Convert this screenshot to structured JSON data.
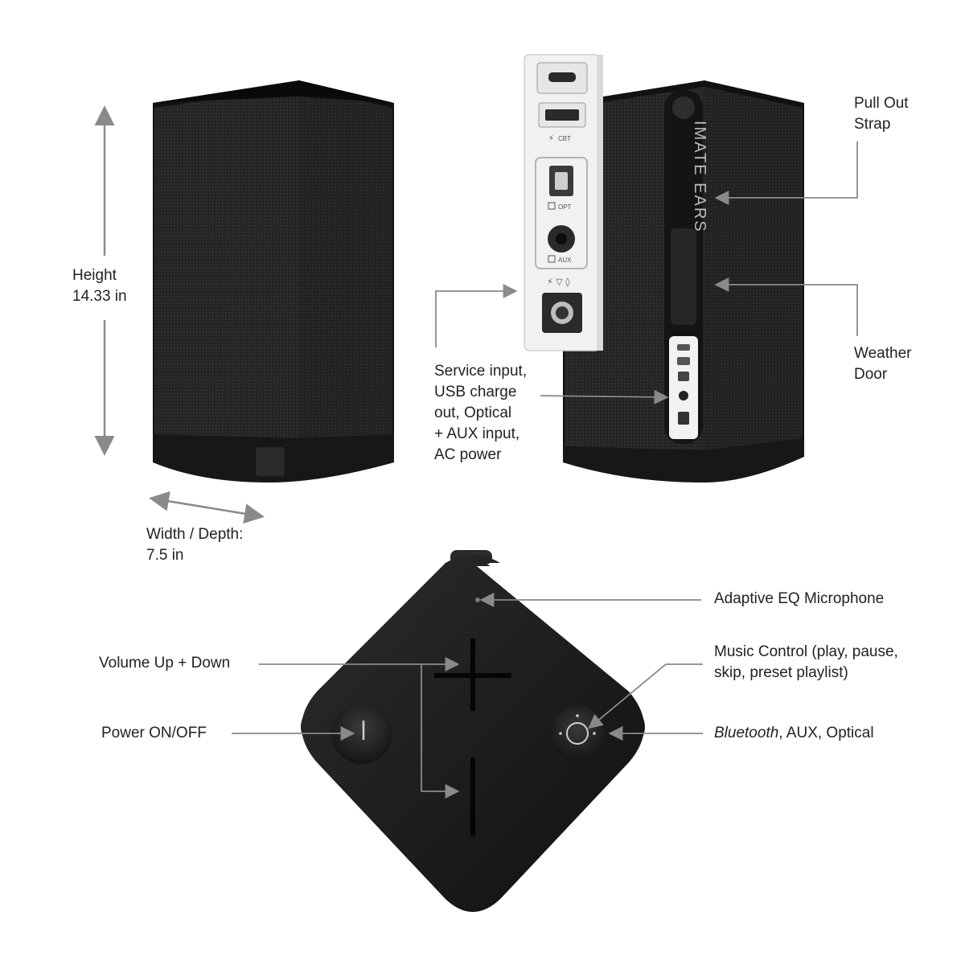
{
  "colors": {
    "speaker_body": "#1b1b1b",
    "speaker_fabric": "#2a2a2a",
    "port_panel": "#f1f1f1",
    "callout_line": "#8a8a8a",
    "label_text": "#222222",
    "background": "#ffffff"
  },
  "dimensions": {
    "height_label": "Height",
    "height_value": "14.33 in",
    "width_label": "Width / Depth:",
    "width_value": "7.5 in"
  },
  "callouts": {
    "strap_line1": "Pull Out",
    "strap_line2": "Strap",
    "weather_line1": "Weather",
    "weather_line2": "Door",
    "ports_line1": "Service input,",
    "ports_line2": "USB charge",
    "ports_line3": "out, Optical",
    "ports_line4": "+ AUX input,",
    "ports_line5": "AC power",
    "microphone": "Adaptive EQ Microphone",
    "volume": "Volume Up + Down",
    "power": "Power ON/OFF",
    "music_line1": "Music Control (play, pause,",
    "music_line2": "skip, preset playlist)",
    "source_italic": "Bluetooth",
    "source_rest": ", AUX, Optical"
  },
  "strap_text": "IMATE EARS",
  "port_labels": {
    "usb": "CBT",
    "optical": "OPT",
    "aux": "AUX"
  },
  "icons": {
    "height_arrow": "double-arrow-vertical",
    "width_arrow": "double-arrow-diagonal",
    "volume_up": "plus-icon",
    "volume_down": "minus-icon",
    "power": "power-icon",
    "music": "music-control-icon"
  }
}
